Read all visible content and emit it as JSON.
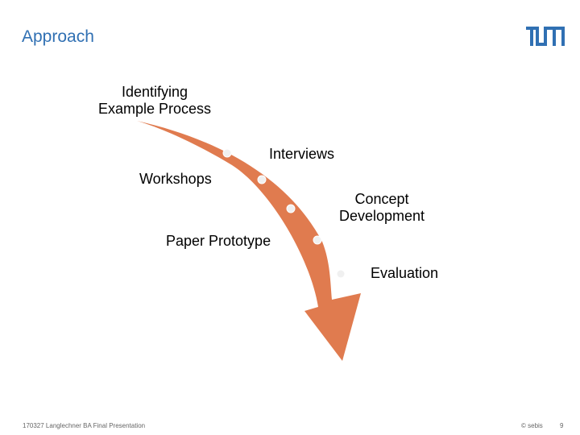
{
  "slide": {
    "title": "Approach",
    "logo_text": "TUM"
  },
  "diagram": {
    "arrow_color": "#e07b4f",
    "dot_color": "#f0f0f0",
    "steps": [
      "Identifying Example Process",
      "Interviews",
      "Workshops",
      "Concept Development",
      "Paper Prototype",
      "Evaluation"
    ],
    "labels": {
      "identifying_line1": "Identifying",
      "identifying_line2": "Example Process",
      "interviews": "Interviews",
      "workshops": "Workshops",
      "concept_line1": "Concept",
      "concept_line2": "Development",
      "paper_prototype": "Paper Prototype",
      "evaluation": "Evaluation"
    }
  },
  "footer": {
    "left": "170327 Langlechner BA Final Presentation",
    "copyright": "© sebis",
    "page": "9"
  }
}
